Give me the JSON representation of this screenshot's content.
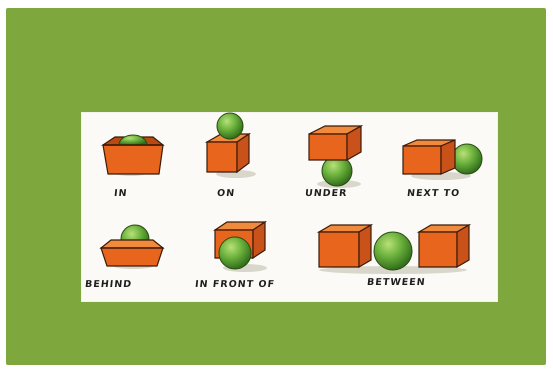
{
  "colors": {
    "background_green": "#7ea73e",
    "card": "#fbfaf6",
    "box_orange": "#e8651e",
    "ball_green": "#6ab03c"
  },
  "labels": {
    "in": "IN",
    "on": "ON",
    "under": "UNDER",
    "next_to": "NEXT TO",
    "behind": "BEHIND",
    "in_front_of": "IN FRONT OF",
    "between": "BETWEEN"
  }
}
